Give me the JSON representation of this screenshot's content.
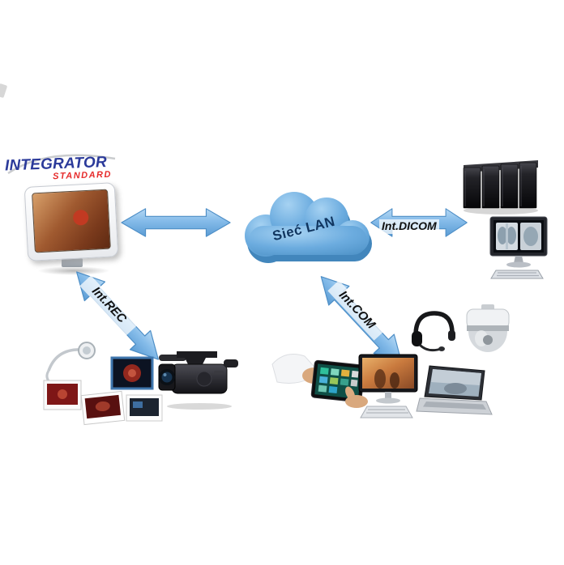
{
  "logo": {
    "line1": "INTEGRATOR",
    "line2": "STANDARD"
  },
  "cloud": {
    "label": "Sieć LAN"
  },
  "connections": {
    "lan_dicom": {
      "label": "Int.DICOM"
    },
    "workstation_rec": {
      "label": "Int.REC"
    },
    "lan_com": {
      "label": "Int.COM"
    }
  },
  "colors": {
    "logo_blue": "#2b3a9a",
    "logo_red": "#e62a2a",
    "cloud_blue": "#63a8de",
    "arrow_blue": "#84bbe9",
    "label_text": "#101010"
  },
  "nodes": {
    "workstation": {
      "icons": [
        "tablet-workstation-icon"
      ]
    },
    "dicom_station": {
      "icons": [
        "server-rack-icon",
        "xray-monitor-icon",
        "keyboard-icon"
      ]
    },
    "rec_equipment": {
      "icons": [
        "surgical-lamp-icon",
        "endoscopy-images-icon",
        "camcorder-icon"
      ]
    },
    "com_devices": {
      "icons": [
        "headset-icon",
        "dome-camera-icon",
        "tablet-in-hands-icon",
        "desktop-monitor-icon",
        "laptop-icon"
      ]
    }
  }
}
